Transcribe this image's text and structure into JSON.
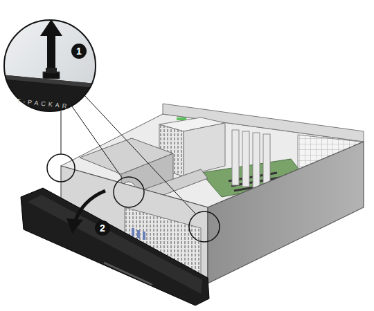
{
  "diagram": {
    "labels": [
      "1",
      "2",
      "T-PACKAR"
    ]
  }
}
